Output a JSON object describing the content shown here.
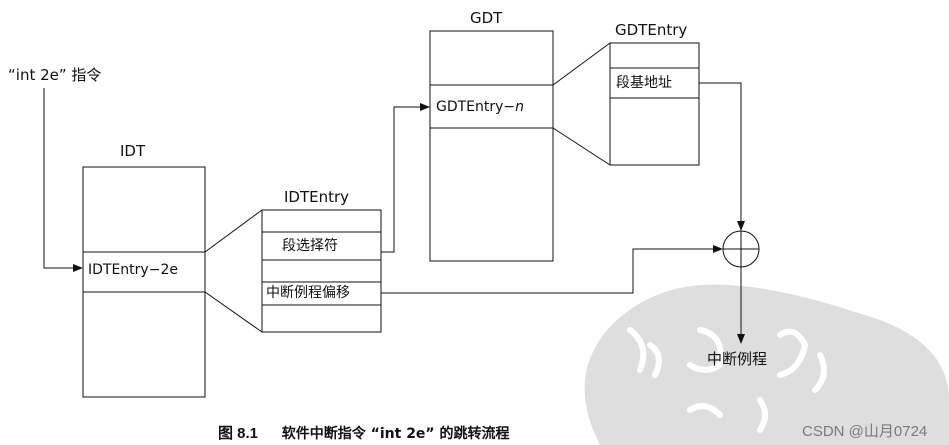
{
  "instruction_label": "“int 2e” 指令",
  "idt": {
    "title": "IDT",
    "entry_label": "IDTEntry−2e"
  },
  "idt_entry": {
    "title": "IDTEntry",
    "segment_selector": "段选择符",
    "isr_offset": "中断例程偏移"
  },
  "gdt": {
    "title": "GDT",
    "entry_label_prefix": "GDTEntry−",
    "entry_label_var": "n"
  },
  "gdt_entry": {
    "title": "GDTEntry",
    "segment_base": "段基地址"
  },
  "adder_symbol": "+",
  "result_label": "中断例程",
  "caption": {
    "figure_number": "图 8.1",
    "text": "软件中断指令 “int 2e” 的跳转流程"
  },
  "watermark": "CSDN @山月0724",
  "colors": {
    "line": "#111111",
    "watermark_blob": "#d9d9d9",
    "watermark_stroke": "#ffffff"
  }
}
